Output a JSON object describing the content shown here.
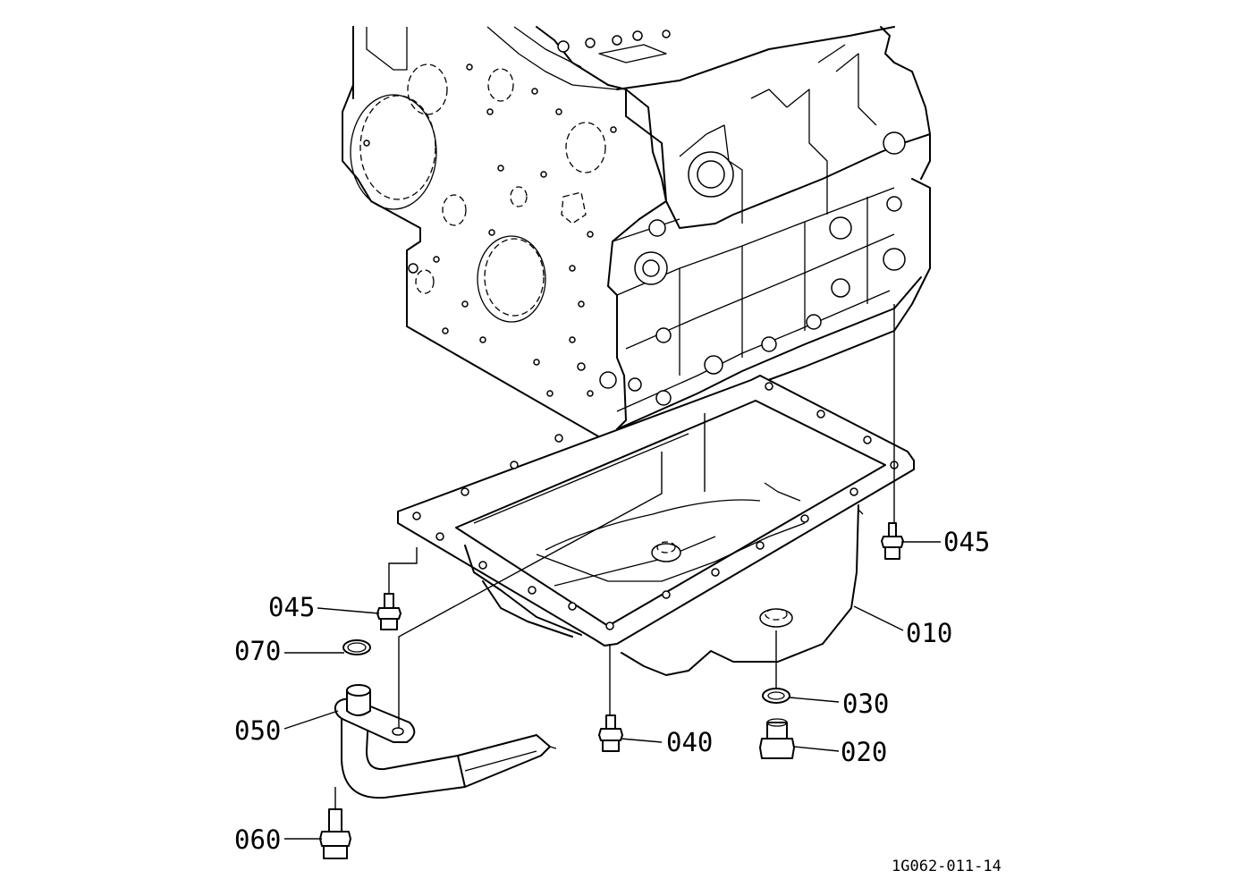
{
  "diagram": {
    "part_labels": {
      "p045_right": "045",
      "p045_left": "045",
      "p010": "010",
      "p070": "070",
      "p050": "050",
      "p030": "030",
      "p040": "040",
      "p020": "020",
      "p060": "060"
    },
    "reference_code": "1G062-011-14"
  }
}
